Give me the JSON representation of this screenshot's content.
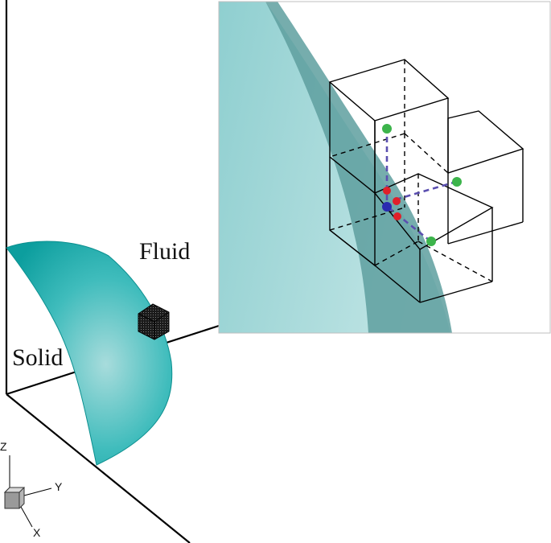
{
  "labels": {
    "fluid": "Fluid",
    "solid": "Solid"
  },
  "triad": {
    "z": "Z",
    "y": "Y",
    "x": "X"
  },
  "colors": {
    "surface_dark": "#14a8a8",
    "surface_light": "#9fd9d9",
    "inset_surface": "#8ccfcf",
    "inset_surface_edge": "#4f9a9a",
    "point_green": "#3cb44b",
    "point_red": "#e0202a",
    "point_blue": "#2a2ab0",
    "dashed_link": "#5b4fb0"
  }
}
